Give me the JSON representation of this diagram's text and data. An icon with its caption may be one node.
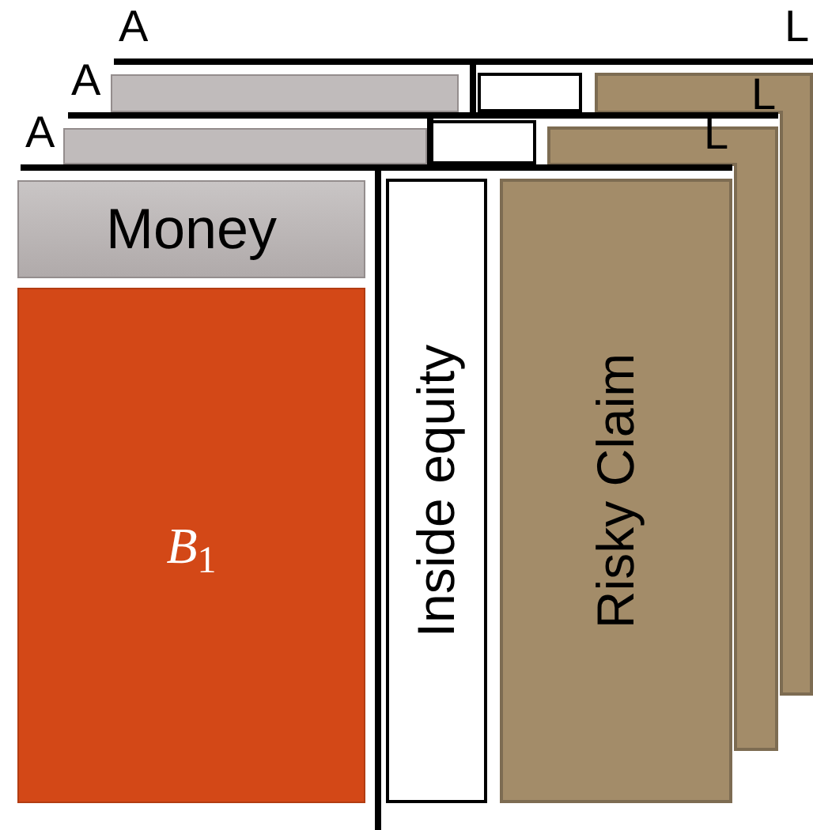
{
  "diagram": {
    "nodes": [
      {
        "text": [],
        "shape": "box"
      },
      {
        "text": [],
        "shape": "box"
      },
      {
        "text": [],
        "shape": "box"
      },
      {
        "text": [],
        "shape": "box"
      },
      {
        "text": [],
        "shape": "box"
      },
      {
        "text": [],
        "shape": "box"
      },
      {
        "text": [
          "Money"
        ]
      },
      {
        "text": [
          "*B*$_{1}$"
        ]
      },
      {
        "text": [
          "Inside equity"
        ]
      },
      {
        "text": [
          "Risky Claim"
        ]
      }
    ],
    "labels": [
      "A",
      "L",
      "A",
      "L",
      "A",
      "L"
    ]
  }
}
